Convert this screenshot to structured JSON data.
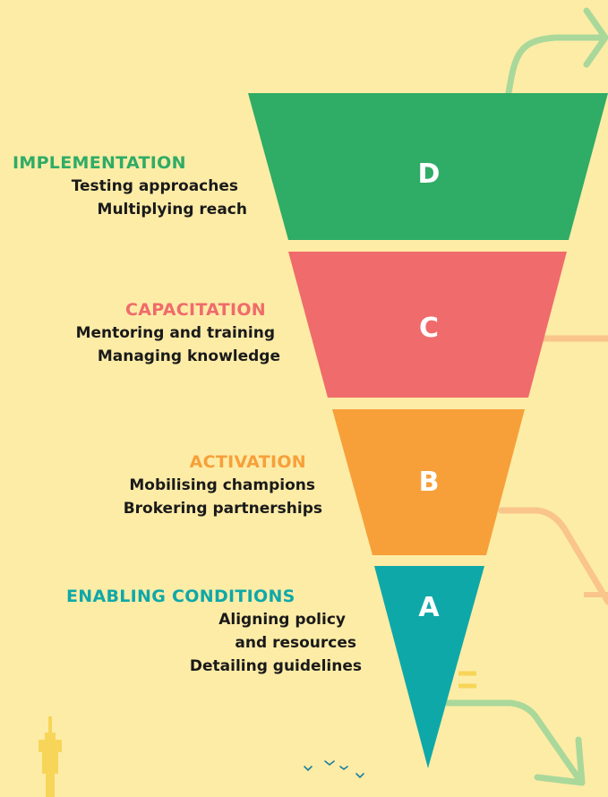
{
  "colors": {
    "background": "#fdeca6",
    "implementation": "#2fac66",
    "capacitation": "#f06b6b",
    "activation": "#f7a03a",
    "enabling": "#0fa8a8",
    "arrow_green": "#a9d89a",
    "arrow_orange": "#f9c58a",
    "tower": "#f7d558",
    "text_dark": "#1a1a1a"
  },
  "stages": [
    {
      "letter": "D",
      "heading": "IMPLEMENTATION",
      "lines": [
        "Testing approaches",
        "Multiplying reach"
      ]
    },
    {
      "letter": "C",
      "heading": "CAPACITATION",
      "lines": [
        "Mentoring and training",
        "Managing knowledge"
      ]
    },
    {
      "letter": "B",
      "heading": "ACTIVATION",
      "lines": [
        "Mobilising champions",
        "Brokering partnerships"
      ]
    },
    {
      "letter": "A",
      "heading": "ENABLING CONDITIONS",
      "lines": [
        "Aligning policy",
        "and resources",
        "Detailing guidelines"
      ]
    }
  ]
}
